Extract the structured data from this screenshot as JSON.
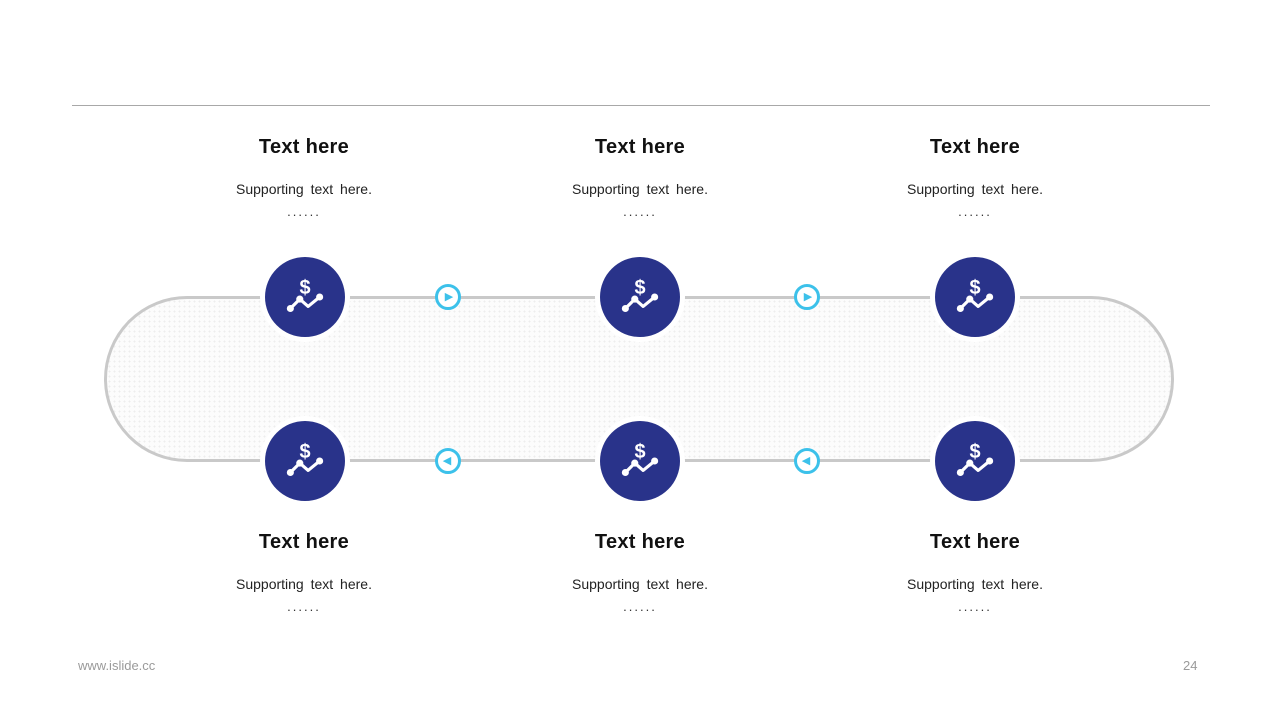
{
  "page": {
    "footer_url": "www.islide.cc",
    "page_number": "24"
  },
  "columns": {
    "top": [
      {
        "title": "Text here",
        "subtitle": "Supporting text here.",
        "ellipsis": "......"
      },
      {
        "title": "Text here",
        "subtitle": "Supporting text here.",
        "ellipsis": "......"
      },
      {
        "title": "Text here",
        "subtitle": "Supporting text here.",
        "ellipsis": "......"
      }
    ],
    "bottom": [
      {
        "title": "Text here",
        "subtitle": "Supporting text here.",
        "ellipsis": "......"
      },
      {
        "title": "Text here",
        "subtitle": "Supporting text here.",
        "ellipsis": "......"
      },
      {
        "title": "Text here",
        "subtitle": "Supporting text here.",
        "ellipsis": "......"
      }
    ]
  },
  "icons": {
    "dollar_glyph": "$",
    "play_right": "▶",
    "play_left": "◀"
  },
  "colors": {
    "node_navy": "#29338A",
    "arrow_cyan": "#3CC1EA",
    "pill_border": "#C9C9C9",
    "divider_gray": "#A8A8A8",
    "footer_gray": "#9A9A9A"
  }
}
